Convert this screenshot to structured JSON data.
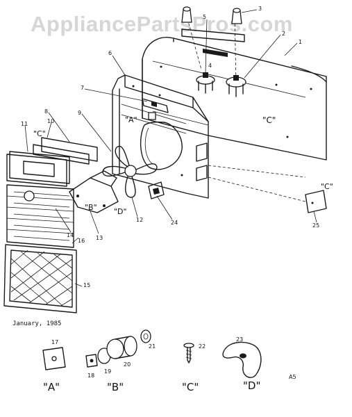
{
  "watermark": "AppliancePartsPros.com",
  "date": "January, 1985",
  "callouts": [
    "1",
    "2",
    "3",
    "4",
    "5",
    "6",
    "7",
    "8",
    "9",
    "10",
    "11",
    "12",
    "13",
    "14",
    "15",
    "16",
    "17",
    "18",
    "19",
    "20",
    "21",
    "22",
    "23",
    "24",
    "25"
  ],
  "view_letters": [
    "\"A\"",
    "\"B\"",
    "\"C\"",
    "\"D\""
  ],
  "detail_labels": [
    "\"A\"",
    "\"B\"",
    "\"C\"",
    "\"D\""
  ],
  "figure_code": "A5"
}
